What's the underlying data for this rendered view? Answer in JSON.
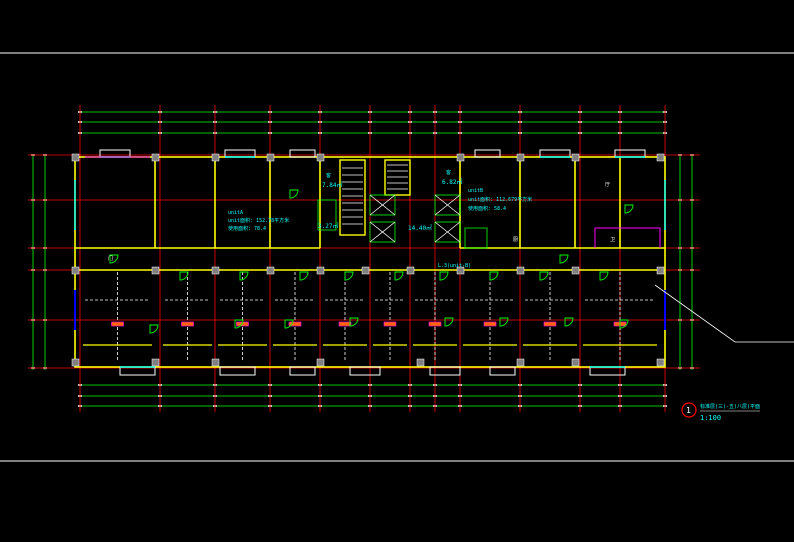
{
  "colors": {
    "background": "#000000",
    "frame": "#ffffff",
    "wall": "#ffff00",
    "axis": "#ff0000",
    "dimension": "#00ff00",
    "text": "#00ffff",
    "door": "#00ff00",
    "window": "#00ffff",
    "column": "#808080",
    "partition": "#ffffff",
    "highlight": "#ff00ff"
  },
  "labels": {
    "unit_a_line1": "unitA",
    "unit_a_line2": "unit面积: 152.78平方米",
    "unit_a_line3": "使用面积: 78.4",
    "room_1_name": "客",
    "room_1_area": "7.84㎡",
    "room_2_name": "客",
    "room_2_area": "6.82㎡",
    "room_3_area": "3.27㎡",
    "room_4_area": "14.40㎡",
    "unit_b_line1": "unitB",
    "unit_b_line2": "unit面积: 112.679平方米",
    "unit_b_line3": "使用面积: 58.4",
    "corridor_label": "L.3(unit-B)",
    "room_c_label": "厨",
    "room_d_label": "卫",
    "room_e_label": "厅",
    "room_f_label": "门"
  },
  "title_block": {
    "number": "1",
    "title": "标准层(三)-五(八层)平面",
    "scale": "1:100"
  }
}
